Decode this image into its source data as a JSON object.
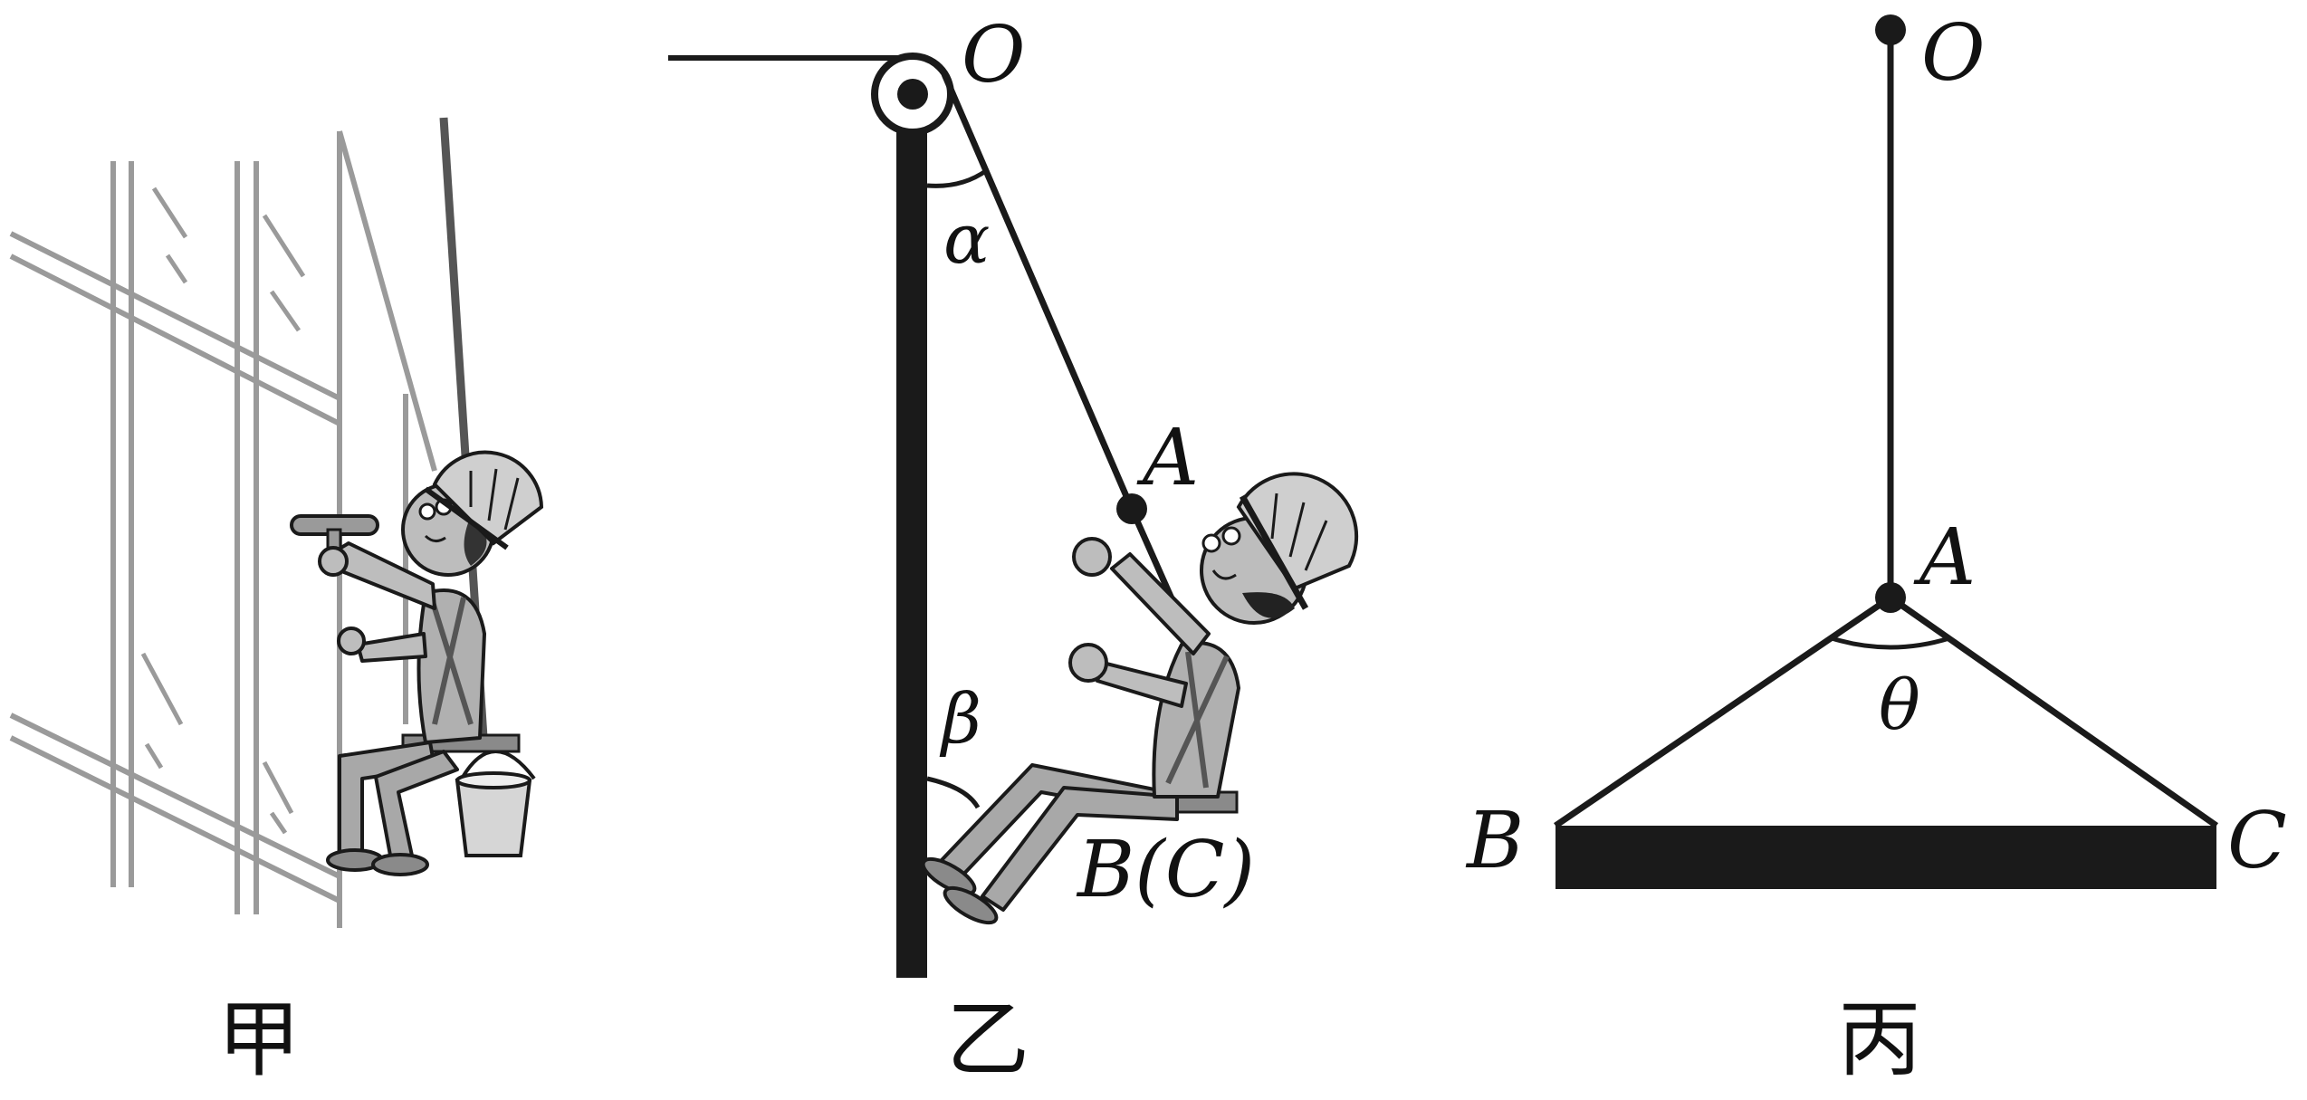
{
  "panels": {
    "jia": {
      "caption": "甲"
    },
    "yi": {
      "caption": "乙",
      "labels": {
        "O": "O",
        "A": "A",
        "BC": "B(C)",
        "alpha": "α",
        "beta": "β"
      }
    },
    "bing": {
      "caption": "丙",
      "labels": {
        "O": "O",
        "A": "A",
        "B": "B",
        "C": "C",
        "theta": "θ"
      }
    }
  },
  "colors": {
    "ink": "#1a1a1a",
    "glass": "#9a9a9a",
    "skin": "#bdbdbd",
    "helmet": "#cfcfcf",
    "clothes": "#a8a8a8",
    "bucket": "#d6d6d6"
  }
}
